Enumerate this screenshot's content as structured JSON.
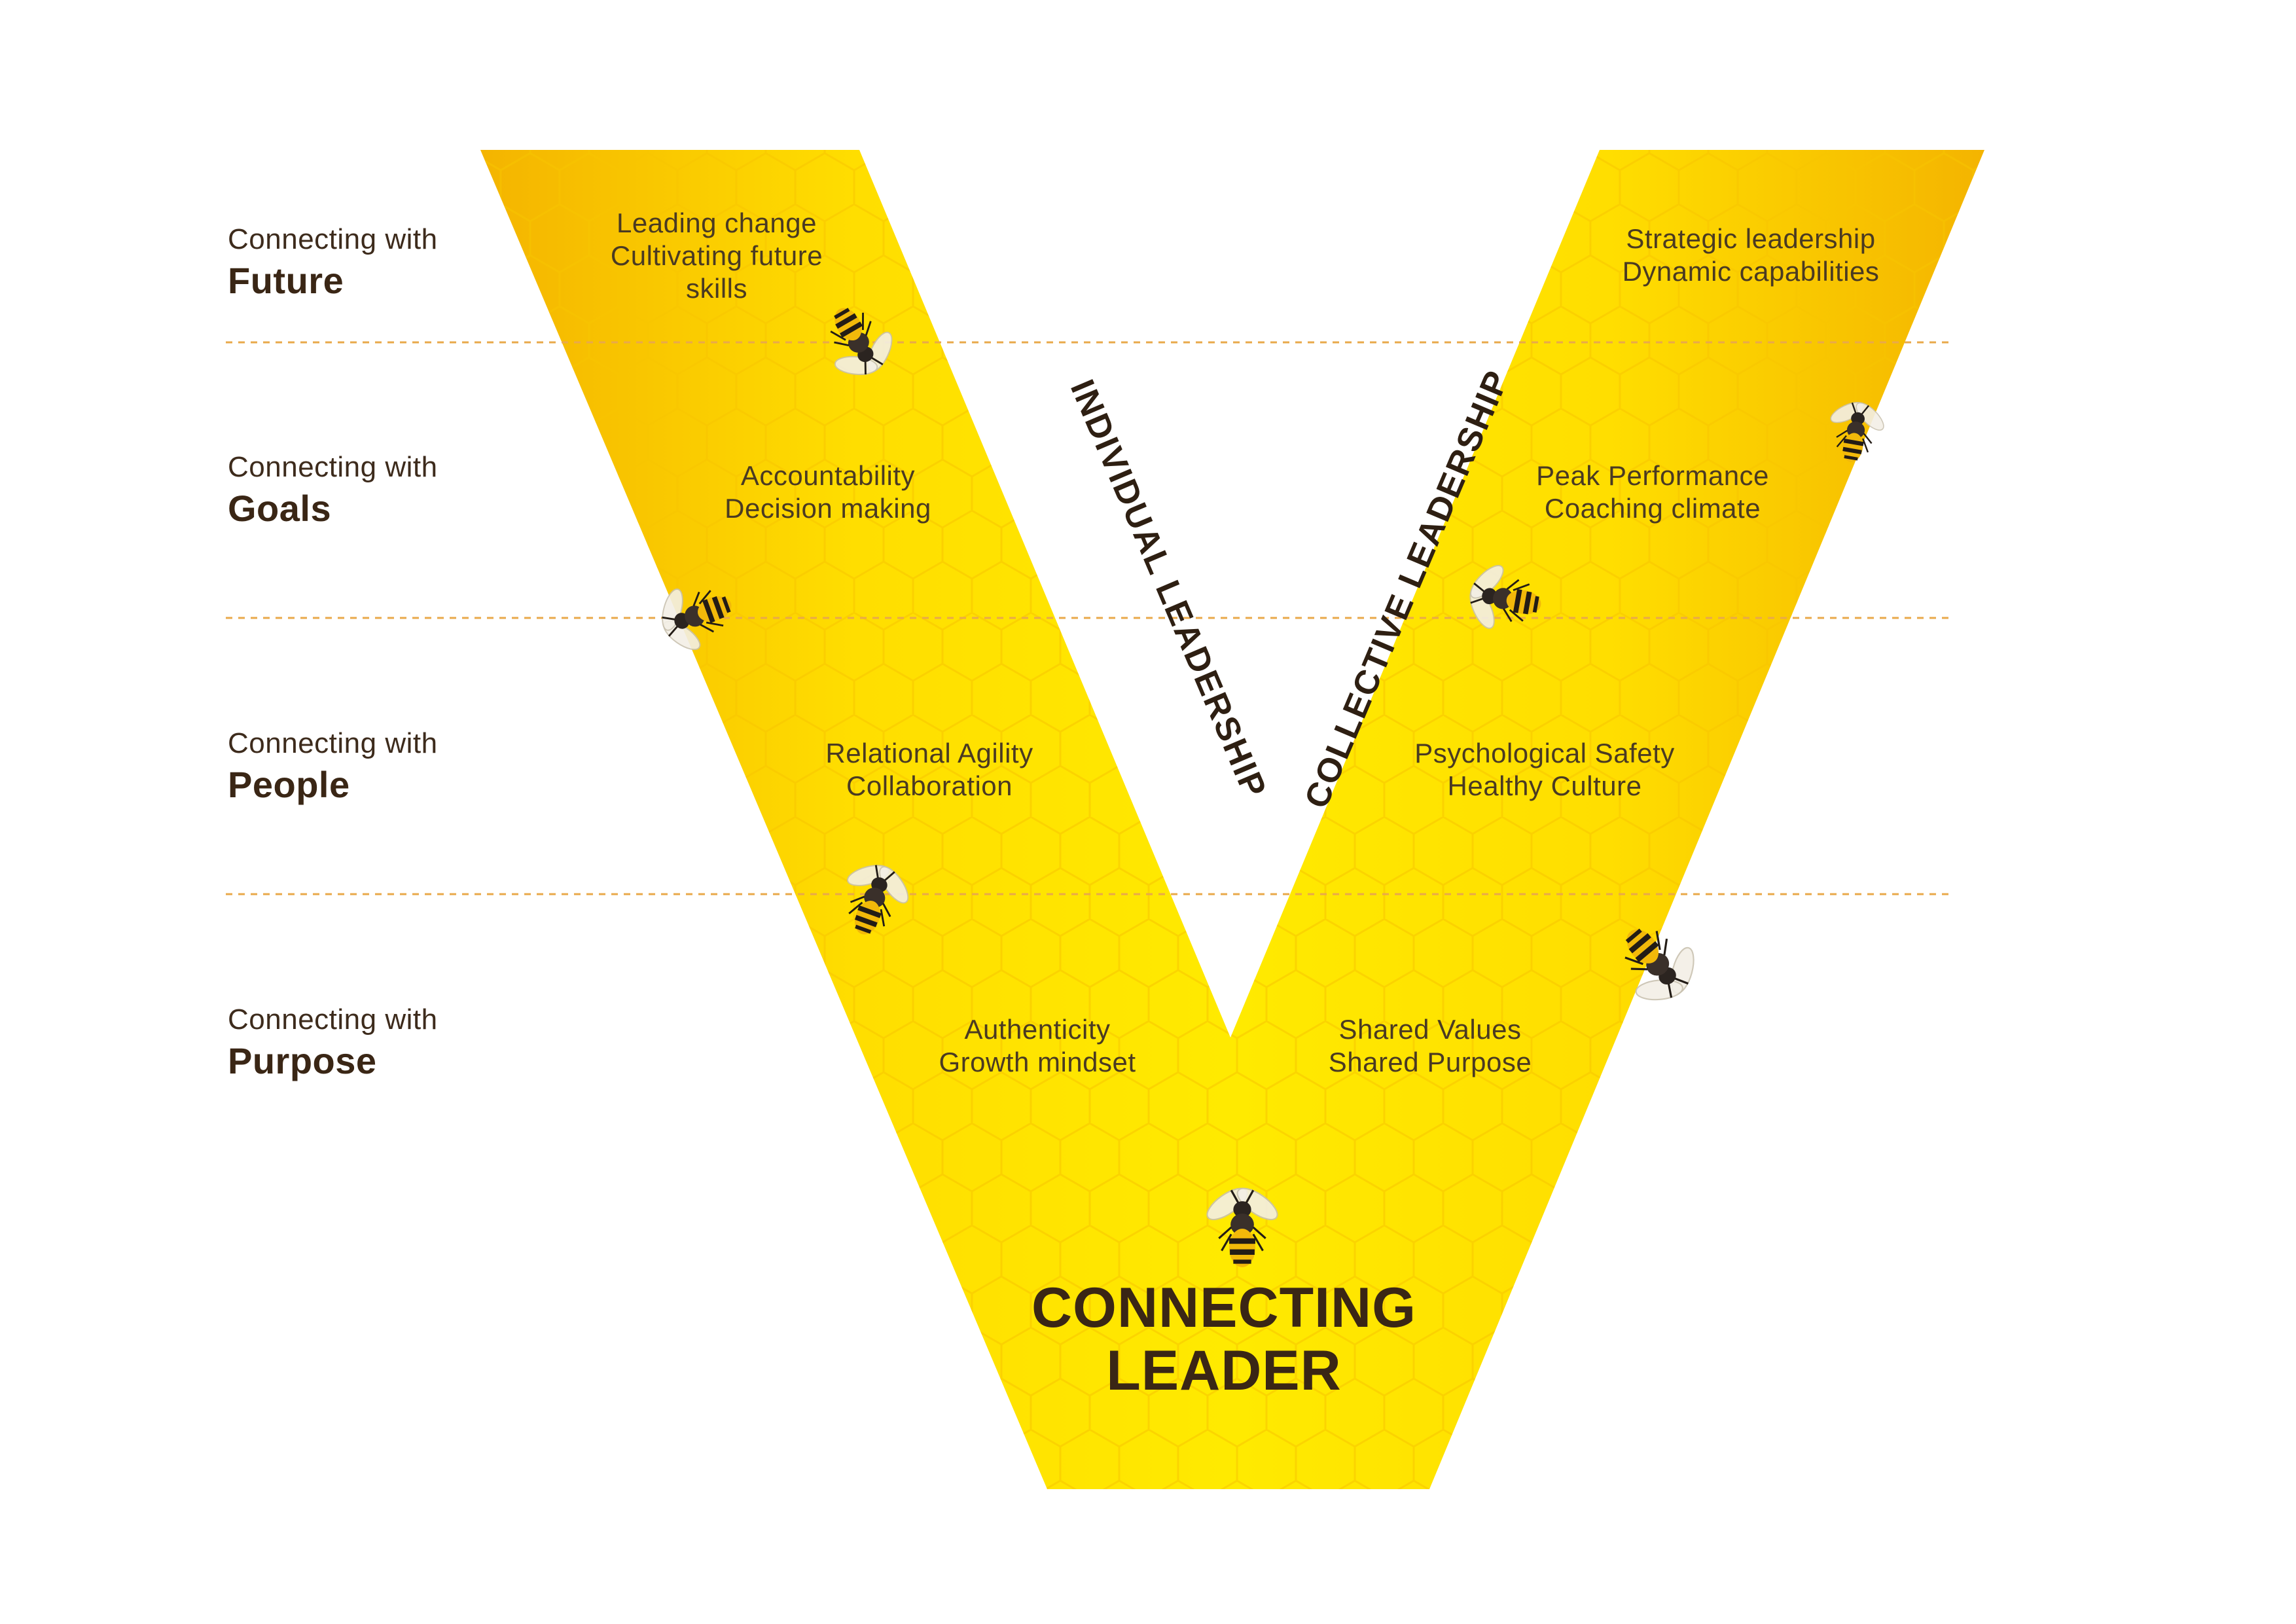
{
  "rows": [
    {
      "prefix": "Connecting with",
      "name": "Future"
    },
    {
      "prefix": "Connecting with",
      "name": "Goals"
    },
    {
      "prefix": "Connecting with",
      "name": "People"
    },
    {
      "prefix": "Connecting with",
      "name": "Purpose"
    }
  ],
  "left_arm": {
    "label": "INDIVIDUAL LEADERSHIP",
    "cells": [
      [
        "Leading change",
        "Cultivating future",
        "skills"
      ],
      [
        "Accountability",
        "Decision making"
      ],
      [
        "Relational Agility",
        "Collaboration"
      ],
      [
        "Authenticity",
        "Growth mindset"
      ]
    ]
  },
  "right_arm": {
    "label": "COLLECTIVE LEADERSHIP",
    "cells": [
      [
        "Strategic leadership",
        "Dynamic capabilities"
      ],
      [
        "Peak Performance",
        "Coaching climate"
      ],
      [
        "Psychological Safety",
        "Healthy Culture"
      ],
      [
        "Shared Values",
        "Shared Purpose"
      ]
    ]
  },
  "center_title": [
    "CONNECTING",
    "LEADER"
  ],
  "colors": {
    "v_fill_center": "#ffe600",
    "v_fill_edge": "#f6b800",
    "text_dark": "#3a2615",
    "divider": "#e9a94a"
  },
  "icons": [
    "bee-icon"
  ]
}
